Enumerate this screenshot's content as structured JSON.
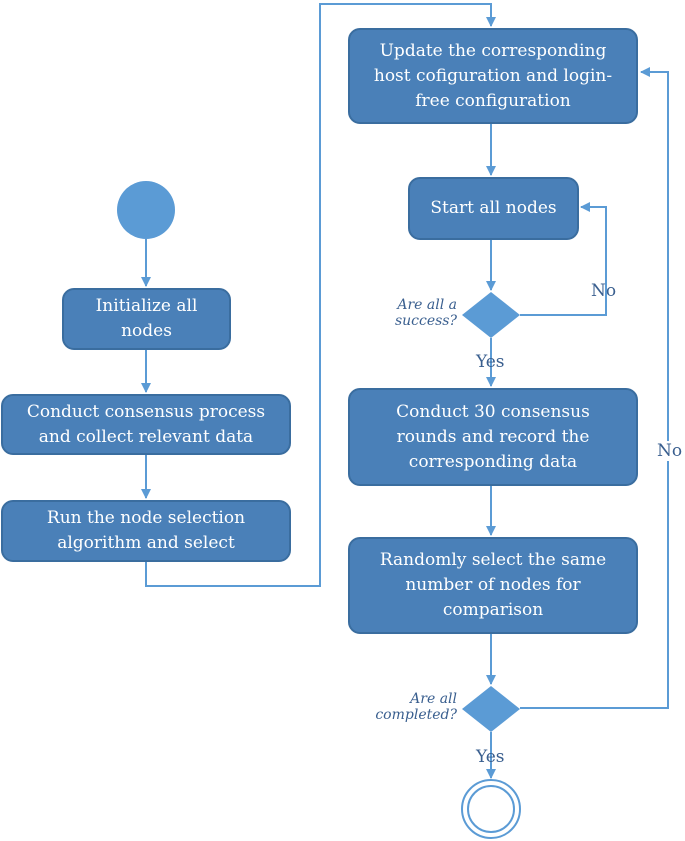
{
  "colors": {
    "node_fill": "#4a80b8",
    "node_border": "#3a6d9f",
    "connector": "#5b9bd5",
    "start_circle": "#5b9bd5",
    "decision_fill": "#5b9bd5",
    "label_text": "#3a5f8f"
  },
  "nodes": {
    "initialize": "Initialize all nodes",
    "consensus": "Conduct consensus process and collect relevant data",
    "run_selection": "Run the node selection algorithm and select",
    "update_config": "Update the corresponding host cofiguration and login-free configuration",
    "start_nodes": "Start all nodes",
    "conduct_rounds": "Conduct 30 consensus rounds and record the corresponding data",
    "random_select": "Randomly select the same number of nodes for comparison"
  },
  "decisions": {
    "success_question": "Are all a success?",
    "completed_question": "Are all completed?"
  },
  "edge_labels": {
    "success_no": "No",
    "success_yes": "Yes",
    "completed_no": "No",
    "completed_yes": "Yes"
  }
}
